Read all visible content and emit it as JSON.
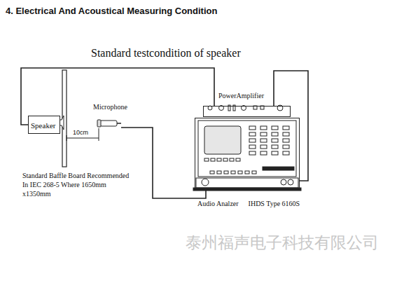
{
  "diagram": {
    "title": "4. Electrical And Acoustical Measuring Condition",
    "nodes": [
      {
        "text": [
          "PowerAmplifier"
        ]
      },
      {
        "text": [
          "Microphone"
        ]
      },
      {
        "text": [
          "Speaker"
        ]
      },
      {
        "text": [
          "Audio Analzer",
          "IHDS Type 6160S"
        ]
      }
    ],
    "edges": [
      {
        "from": 2,
        "to": 0,
        "arrow": "none"
      },
      {
        "from": 0,
        "to": 3,
        "arrow": "none"
      },
      {
        "from": 1,
        "to": 3,
        "arrow": "none"
      }
    ],
    "labels": [
      "Standard testcondition of speaker",
      "10cm",
      "Standard Baffle Board Recommended In IEC 268-5 Where 1650mm x1350mm",
      "泰州福声电子科技有限公司"
    ]
  }
}
